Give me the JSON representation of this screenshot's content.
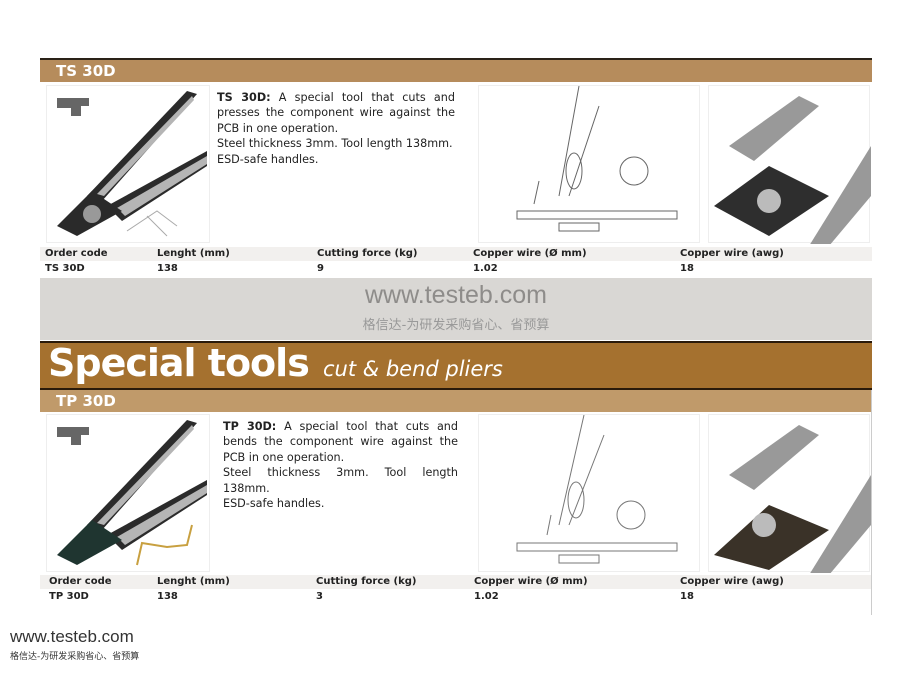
{
  "products": [
    {
      "code_header": "TS 30D",
      "desc_bold": "TS 30D:",
      "desc_lines": [
        "A special tool that cuts and presses the component wire against the PCB in one operation.",
        "Steel thickness 3mm. Tool length 138mm.",
        "ESD-safe handles."
      ],
      "columns": [
        "Order code",
        "Lenght (mm)",
        "Cutting force (kg)",
        "Copper wire (Ø mm)",
        "Copper wire (awg)"
      ],
      "values": [
        "TS 30D",
        "138",
        "9",
        "1.02",
        "18"
      ]
    },
    {
      "code_header": "TP 30D",
      "desc_bold": "TP 30D:",
      "desc_lines": [
        "A special tool that cuts and bends the component wire against the PCB in one operation.",
        "Steel thickness 3mm. Tool length 138mm.",
        "ESD-safe handles."
      ],
      "columns": [
        "Order code",
        "Lenght (mm)",
        "Cutting force (kg)",
        "Copper wire (Ø mm)",
        "Copper wire (awg)"
      ],
      "values": [
        "TP 30D",
        "138",
        "3",
        "1.02",
        "18"
      ]
    }
  ],
  "watermark": {
    "url": "www.testeb.com",
    "slogan": "格信达-为研发采购省心、省预算"
  },
  "banner": {
    "title": "Special tools",
    "subtitle": "cut & bend pliers"
  }
}
